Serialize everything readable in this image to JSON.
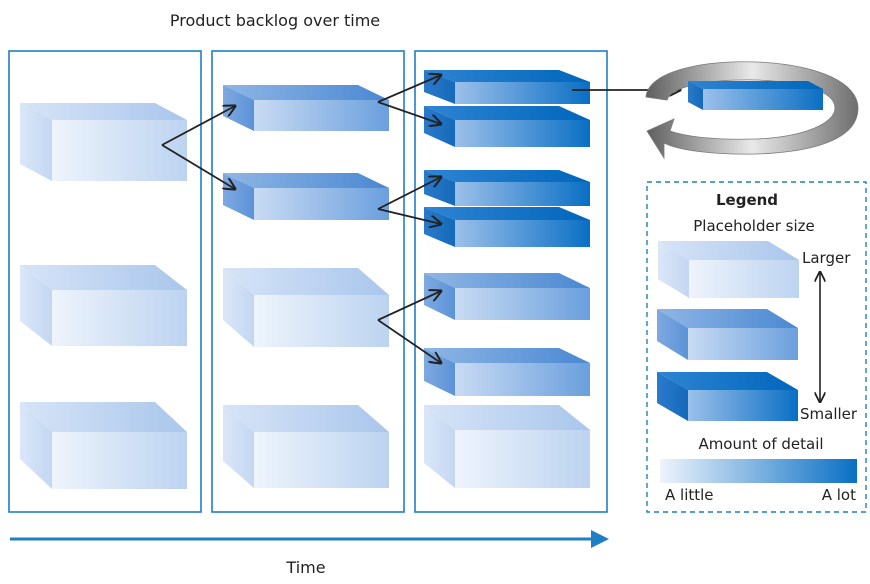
{
  "title": "Product backlog over time",
  "time_label": "Time",
  "legend": {
    "title": "Legend",
    "size_heading": "Placeholder size",
    "larger": "Larger",
    "smaller": "Smaller",
    "detail_heading": "Amount of detail",
    "little": "A little",
    "lot": "A lot"
  },
  "colors": {
    "frame": "#1f7fc4",
    "arrow": "#1f7fc4",
    "light": "#c9dcf3",
    "dark": "#0070c0",
    "cycle": "#8a8a8a"
  }
}
